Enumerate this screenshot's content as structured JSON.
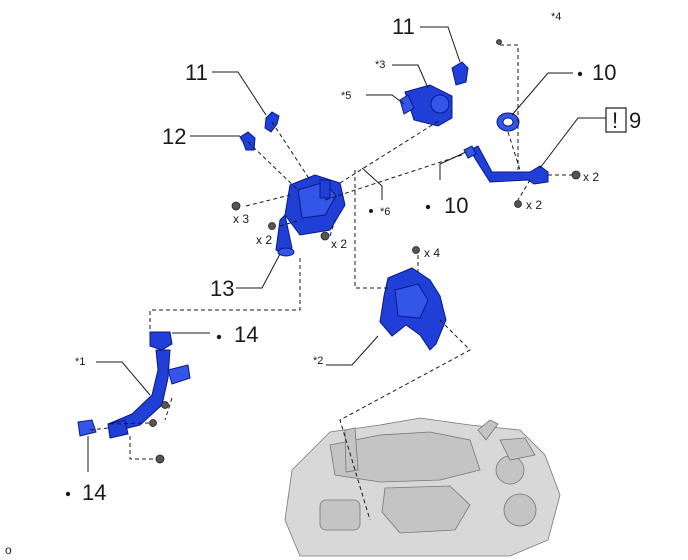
{
  "figure_code": "o",
  "callouts": {
    "c11a": "11",
    "c11b": "11",
    "c12": "12",
    "c13": "13",
    "c14a": "14",
    "c14b": "14",
    "c10a": "10",
    "c10b": "10",
    "c9": "9",
    "c9_mark": "!"
  },
  "notes": {
    "n1": "*1",
    "n2": "*2",
    "n3": "*3",
    "n4": "*4",
    "n5": "*5",
    "n6": "*6"
  },
  "quantities": {
    "q_x3": "x 3",
    "q_x2_a": "x 2",
    "q_x2_b": "x 2",
    "q_x2_c": "x 2",
    "q_x2_d": "x 2",
    "q_x4": "x 4"
  },
  "colors": {
    "part": "#1f3fd6",
    "engine": "#d8d8d8",
    "line": "#1a1a1a"
  }
}
